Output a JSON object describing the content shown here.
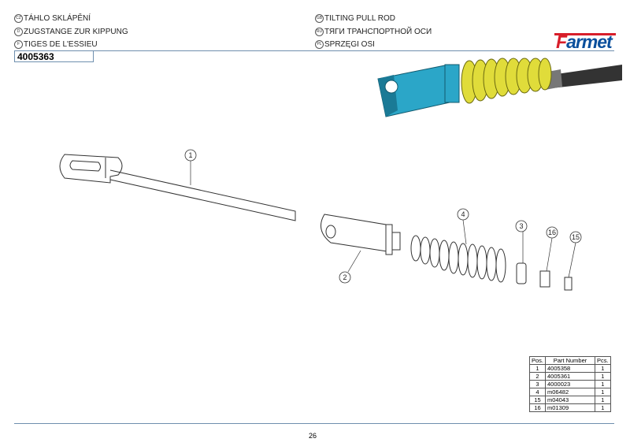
{
  "titles": {
    "cz": {
      "code": "CZ",
      "text": "TÁHLO SKLÁPĚNÍ"
    },
    "d": {
      "code": "D",
      "text": "ZUGSTANGE ZUR KIPPUNG"
    },
    "f": {
      "code": "F",
      "text": "TIGES DE L'ESSIEU"
    },
    "gb": {
      "code": "GB",
      "text": "TILTING PULL ROD"
    },
    "ru": {
      "code": "RU",
      "text": "ТЯГИ ТРАНСПОРТНОЙ ОСИ"
    },
    "pl": {
      "code": "PL",
      "text": "SPRZĘGI OSI"
    }
  },
  "part_code": "4005363",
  "logo": {
    "text_a": "F",
    "text_b": "armet"
  },
  "callouts": [
    "1",
    "2",
    "3",
    "4",
    "15",
    "16"
  ],
  "table": {
    "headers": [
      "Pos.",
      "Part Number",
      "Pcs."
    ],
    "rows": [
      [
        "1",
        "4005358",
        "1"
      ],
      [
        "2",
        "4005361",
        "1"
      ],
      [
        "3",
        "4000023",
        "1"
      ],
      [
        "4",
        "m06482",
        "1"
      ],
      [
        "15",
        "m04043",
        "1"
      ],
      [
        "16",
        "m01309",
        "1"
      ]
    ]
  },
  "page_number": "26"
}
